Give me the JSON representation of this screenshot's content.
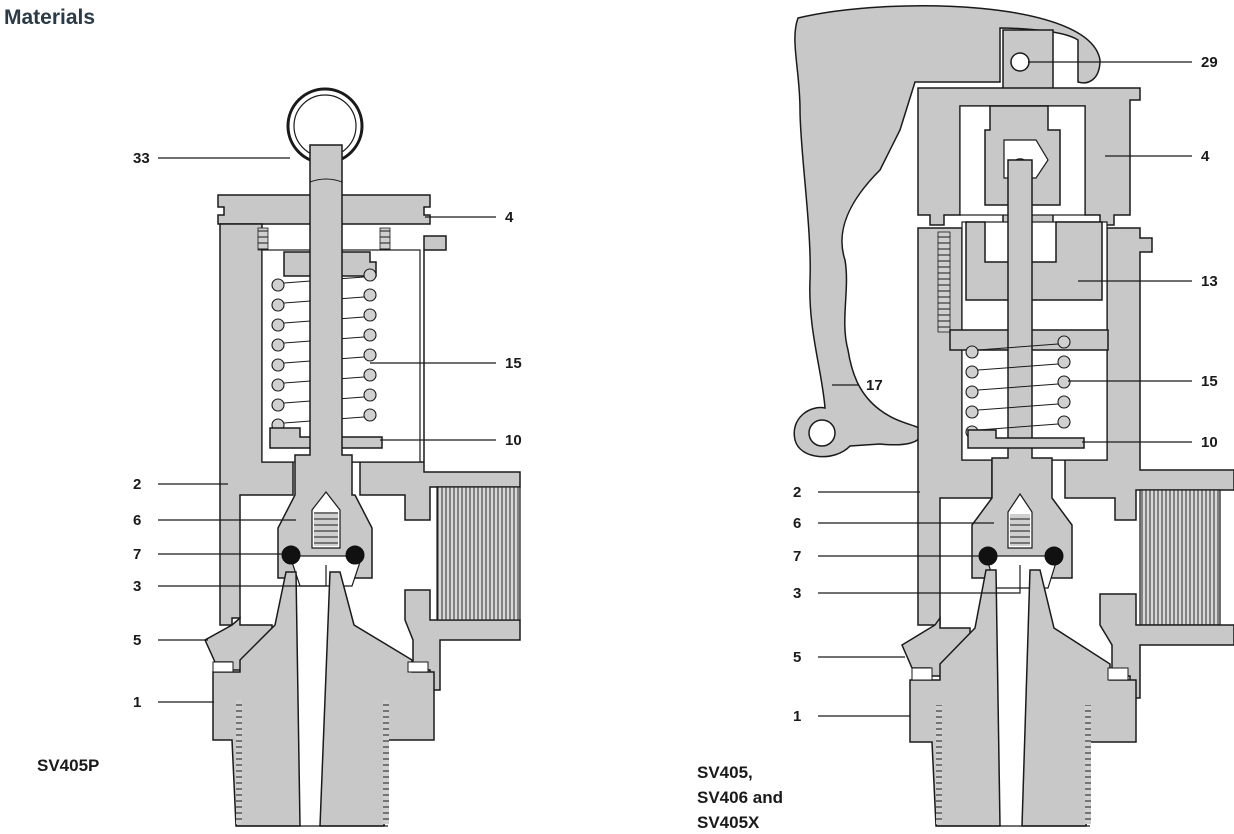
{
  "title": "Materials",
  "left_figure": {
    "model_label": "SV405P",
    "callouts": [
      {
        "id": "33",
        "label": "33"
      },
      {
        "id": "4",
        "label": "4"
      },
      {
        "id": "15",
        "label": "15"
      },
      {
        "id": "10",
        "label": "10"
      },
      {
        "id": "2",
        "label": "2"
      },
      {
        "id": "6",
        "label": "6"
      },
      {
        "id": "7",
        "label": "7"
      },
      {
        "id": "3",
        "label": "3"
      },
      {
        "id": "5",
        "label": "5"
      },
      {
        "id": "1",
        "label": "1"
      }
    ]
  },
  "right_figure": {
    "model_label_lines": [
      "SV405,",
      "SV406 and",
      "SV405X"
    ],
    "callouts": [
      {
        "id": "29",
        "label": "29"
      },
      {
        "id": "4",
        "label": "4"
      },
      {
        "id": "13",
        "label": "13"
      },
      {
        "id": "17",
        "label": "17"
      },
      {
        "id": "15",
        "label": "15"
      },
      {
        "id": "10",
        "label": "10"
      },
      {
        "id": "2",
        "label": "2"
      },
      {
        "id": "6",
        "label": "6"
      },
      {
        "id": "7",
        "label": "7"
      },
      {
        "id": "3",
        "label": "3"
      },
      {
        "id": "5",
        "label": "5"
      },
      {
        "id": "1",
        "label": "1"
      }
    ]
  },
  "colors": {
    "body_fill": "#c8c8c8",
    "line": "#1a1a1a",
    "title": "#2b3a47"
  }
}
